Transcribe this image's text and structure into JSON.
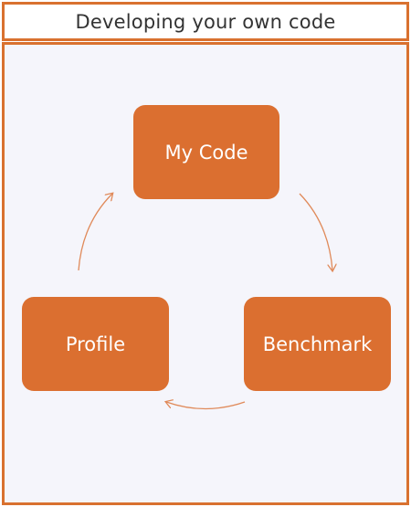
{
  "header": {
    "title": "Developing your own code"
  },
  "cycle": {
    "nodes": [
      {
        "id": "my-code",
        "label": "My Code"
      },
      {
        "id": "benchmark",
        "label": "Benchmark"
      },
      {
        "id": "profile",
        "label": "Profile"
      }
    ]
  },
  "colors": {
    "accent": "#d9712f",
    "node_fill": "#db6f30",
    "panel_bg": "#f5f5fb",
    "arrow": "#e08a5a"
  }
}
